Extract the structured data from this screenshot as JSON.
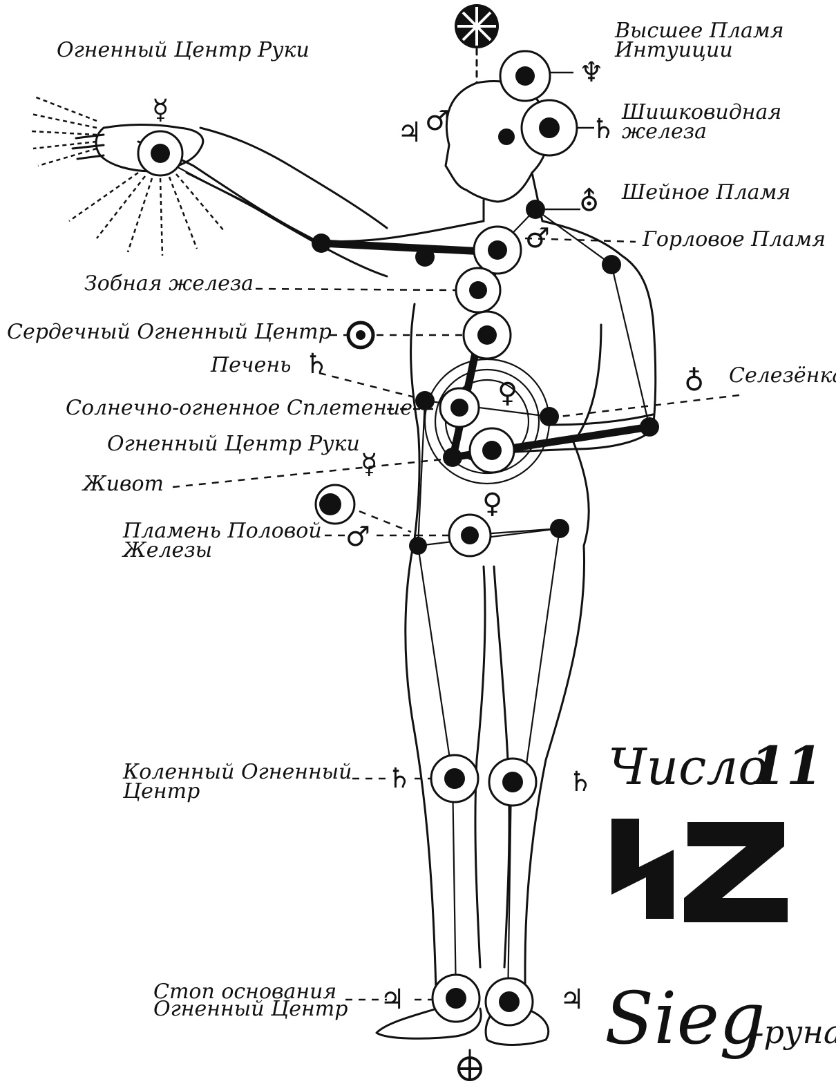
{
  "labels": {
    "arm_center_top": "Огненный Центр Руки",
    "higher_flame_line1": "Высшее Пламя",
    "higher_flame_line2": "Интуиции",
    "pineal_line1": "Шишковидная",
    "pineal_line2": "железа",
    "neck_flame": "Шейное Пламя",
    "throat_flame": "Горловое Пламя",
    "thymus": "Зобная железа",
    "heart": "Сердечный Огненный Центр",
    "liver": "Печень",
    "spleen": "Селезёнка",
    "solar": "Солнечно-огненное Сплетение",
    "arm_center_mid": "Огненный Центр Руки",
    "belly": "Живот",
    "sex_line1": "Пламень Половой",
    "sex_line2": "Железы",
    "knee_line1": "Коленный Огненный",
    "knee_line2": "Центр",
    "foot_line1": "Стоп основания",
    "foot_line2": "Огненный Центр"
  },
  "glyphs": {
    "mercury": "☿",
    "venus": "♀",
    "mars": "♂",
    "jupiter": "♃",
    "saturn": "♄",
    "uranus_mark": "⛢",
    "neptune": "♆",
    "earth": "♁",
    "sun_wheel": "⊕"
  },
  "title": {
    "number_word": "Число",
    "number": "11",
    "rune_word": "Sieg",
    "rune_suffix": "-руна"
  },
  "colors": {
    "ink": "#111111",
    "paper": "#ffffff"
  }
}
